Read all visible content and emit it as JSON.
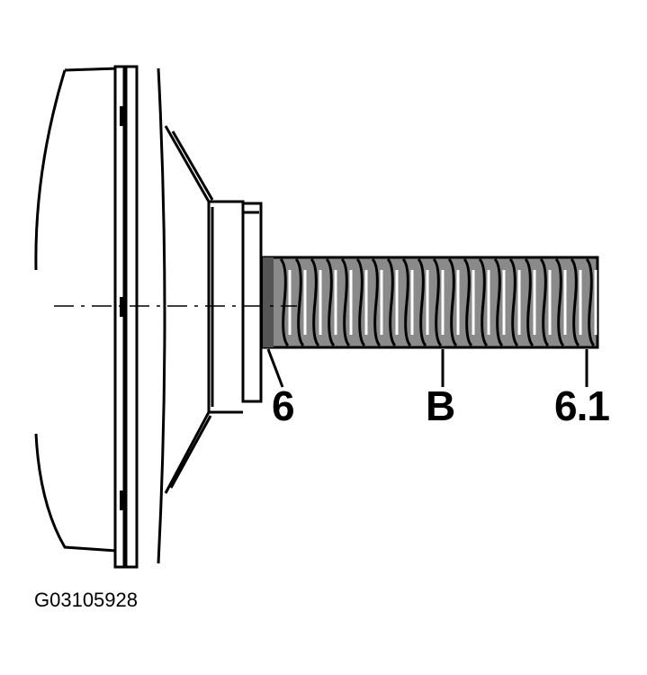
{
  "labels": {
    "label_6": "6",
    "label_b": "B",
    "label_6_1": "6.1"
  },
  "figure_id": "G03105928",
  "colors": {
    "ink": "#000000",
    "thread_fill": "#7a7a7a",
    "background": "#ffffff"
  }
}
